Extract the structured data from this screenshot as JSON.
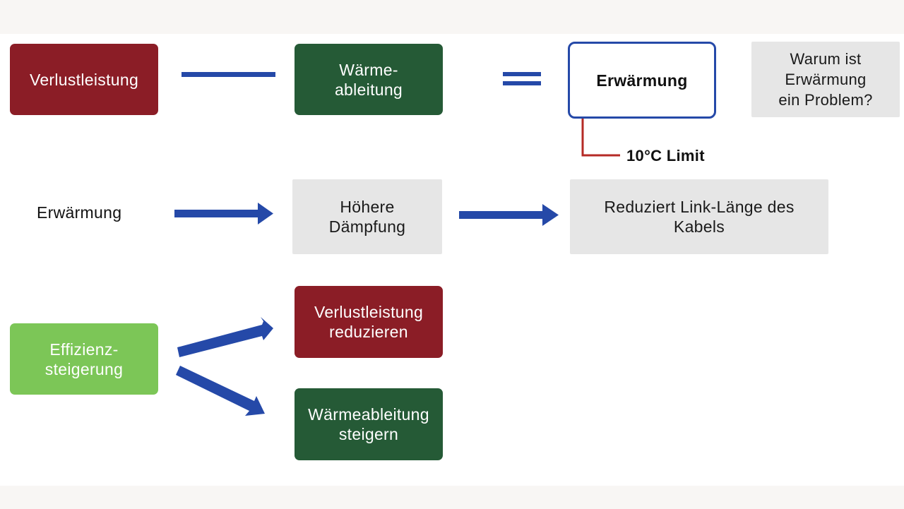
{
  "row1": {
    "loss": "Verlustleistung",
    "heat_dissipation": "Wärme-\nableitung",
    "heating": "Erwärmung",
    "question": "Warum ist\nErwärmung\nein Problem?",
    "limit": "10°C Limit"
  },
  "row2": {
    "heating": "Erwärmung",
    "attenuation": "Höhere\nDämpfung",
    "result": "Reduziert Link-Länge des\nKabels"
  },
  "row3": {
    "efficiency": "Effizienz-\nsteigerung",
    "reduce_loss": "Verlustleistung\nreduzieren",
    "increase_dissipation": "Wärmeableitung\nsteigern"
  },
  "colors": {
    "red": "#8b1d26",
    "dark_green": "#255a36",
    "light_green": "#7cc657",
    "blue": "#2549a8",
    "grey": "#e6e6e6",
    "limit_line": "#b52a25"
  }
}
